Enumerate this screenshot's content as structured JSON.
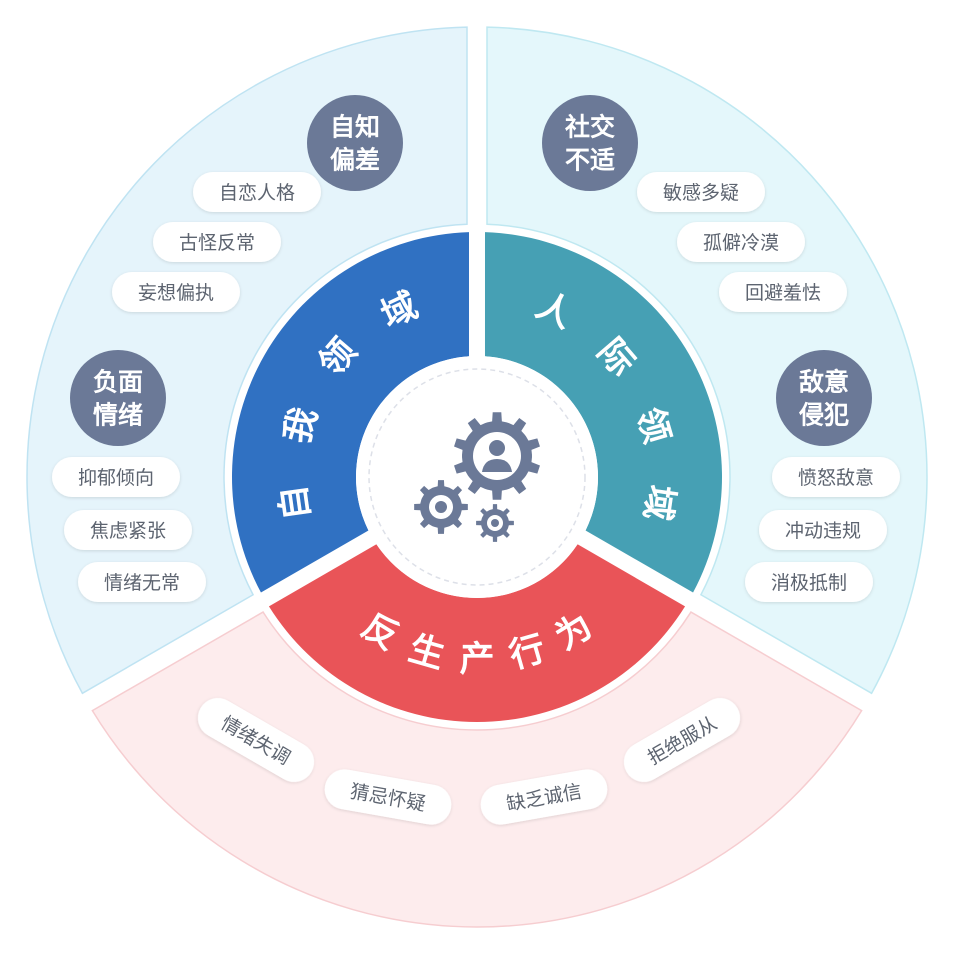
{
  "colors": {
    "self_sector": "#e5f4fb",
    "interpersonal_sector": "#e4f7fb",
    "behavior_sector": "#fdeced",
    "self_ring": "#3071c2",
    "interpersonal_ring": "#46a0b4",
    "behavior_ring": "#e95458",
    "badge": "#6b7997",
    "gear": "#6b7997",
    "pill_text": "#5d6470"
  },
  "center": {
    "icon": "gears-person-icon"
  },
  "domains": {
    "self": {
      "label": "自我领域",
      "groups": [
        {
          "badge": [
            "自知",
            "偏差"
          ],
          "items": [
            "自恋人格",
            "古怪反常",
            "妄想偏执"
          ]
        },
        {
          "badge": [
            "负面",
            "情绪"
          ],
          "items": [
            "抑郁倾向",
            "焦虑紧张",
            "情绪无常"
          ]
        }
      ]
    },
    "interpersonal": {
      "label": "人际领域",
      "groups": [
        {
          "badge": [
            "社交",
            "不适"
          ],
          "items": [
            "敏感多疑",
            "孤僻冷漠",
            "回避羞怯"
          ]
        },
        {
          "badge": [
            "敌意",
            "侵犯"
          ],
          "items": [
            "愤怒敌意",
            "冲动违规",
            "消极抵制"
          ]
        }
      ]
    },
    "behavior": {
      "label": "反生产行为",
      "items": [
        "情绪失调",
        "猜忌怀疑",
        "缺乏诚信",
        "拒绝服从"
      ]
    }
  }
}
